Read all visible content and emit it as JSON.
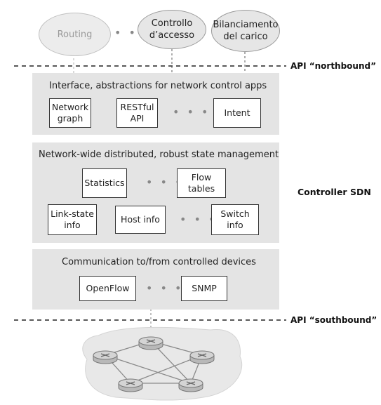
{
  "applications": {
    "routing": "Routing",
    "ellipsis": "• • •",
    "access_control": "Controllo\nd’accesso",
    "load_balancing": "Bilanciamento\ndel carico"
  },
  "api_north_label": "API “northbound”",
  "api_south_label": "API “southbound”",
  "controller_label": "Controller SDN",
  "layer_interface": {
    "title": "Interface, abstractions for  network control apps",
    "items": [
      "Network\ngraph",
      "RESTful\nAPI",
      "Intent"
    ],
    "ellipsis": "• • •"
  },
  "layer_state": {
    "title": "Network-wide distributed, robust state management",
    "row1": [
      "Statistics",
      "Flow\ntables"
    ],
    "row2": [
      "Link-state\ninfo",
      "Host info",
      "Switch\ninfo"
    ],
    "ellipsis": "• • •"
  },
  "layer_comm": {
    "title": "Communication to/from controlled devices",
    "items": [
      "OpenFlow",
      "SNMP"
    ],
    "ellipsis": "• • •"
  },
  "network": {
    "router_icon": "router-icon",
    "cloud_color": "#e8e8e8",
    "router_color": "#c9c9c9"
  }
}
